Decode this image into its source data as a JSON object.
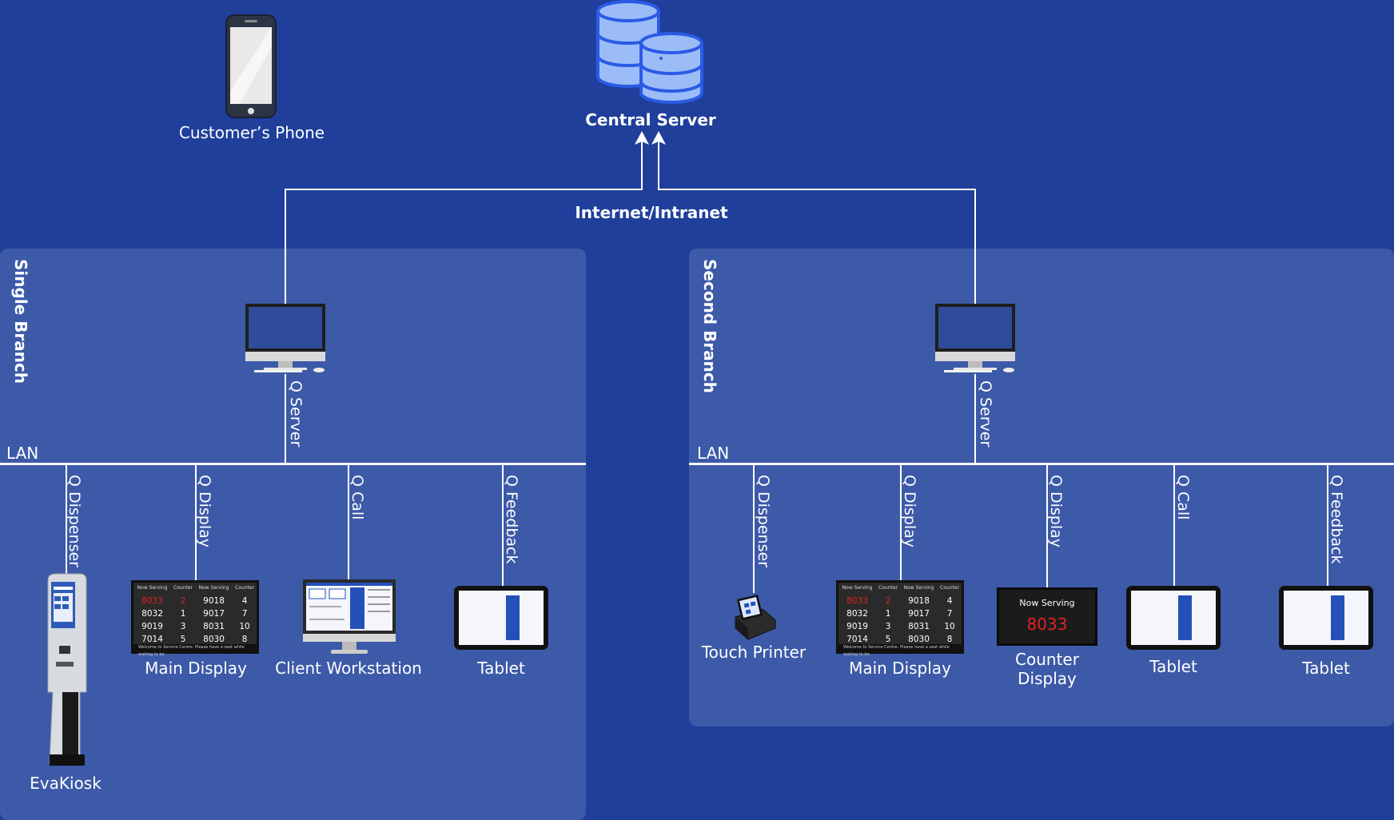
{
  "top": {
    "server_label": "Central Server",
    "phone_label": "Customer’s Phone",
    "network_label": "Internet/Intranet"
  },
  "branch1": {
    "title": "Single Branch",
    "lan_label": "LAN",
    "server_label": "Q Server",
    "connectors": [
      "Q Dispenser",
      "Q Display",
      "Q Call",
      "Q Feedback"
    ],
    "devices": [
      "EvaKiosk",
      "Main Display",
      "Client Workstation",
      "Tablet"
    ]
  },
  "branch2": {
    "title": "Second Branch",
    "lan_label": "LAN",
    "server_label": "Q Server",
    "connectors": [
      "Q Dispenser",
      "Q Display",
      "Q Display",
      "Q Call",
      "Q Feedback"
    ],
    "devices": [
      "Touch Printer",
      "Main Display",
      "Counter\nDisplay",
      "Tablet",
      "Tablet"
    ]
  },
  "main_display": {
    "headers": [
      "Now Serving",
      "Counter",
      "Now Serving",
      "Counter"
    ],
    "rows": [
      [
        "8033",
        "2",
        "9018",
        "4"
      ],
      [
        "8032",
        "1",
        "9017",
        "7"
      ],
      [
        "9019",
        "3",
        "8031",
        "10"
      ],
      [
        "7014",
        "5",
        "8030",
        "8"
      ]
    ],
    "footer": "Welcome to Service Centre.    Please have a seat while waiting to be"
  },
  "counter_display": {
    "heading": "Now Serving",
    "number": "8033"
  },
  "colors": {
    "background": "#1f3f9b",
    "panel": "#3d5aa8",
    "accent_red": "#e52222",
    "db_fill": "#9bbcf7",
    "db_stroke": "#2b5ae6"
  }
}
